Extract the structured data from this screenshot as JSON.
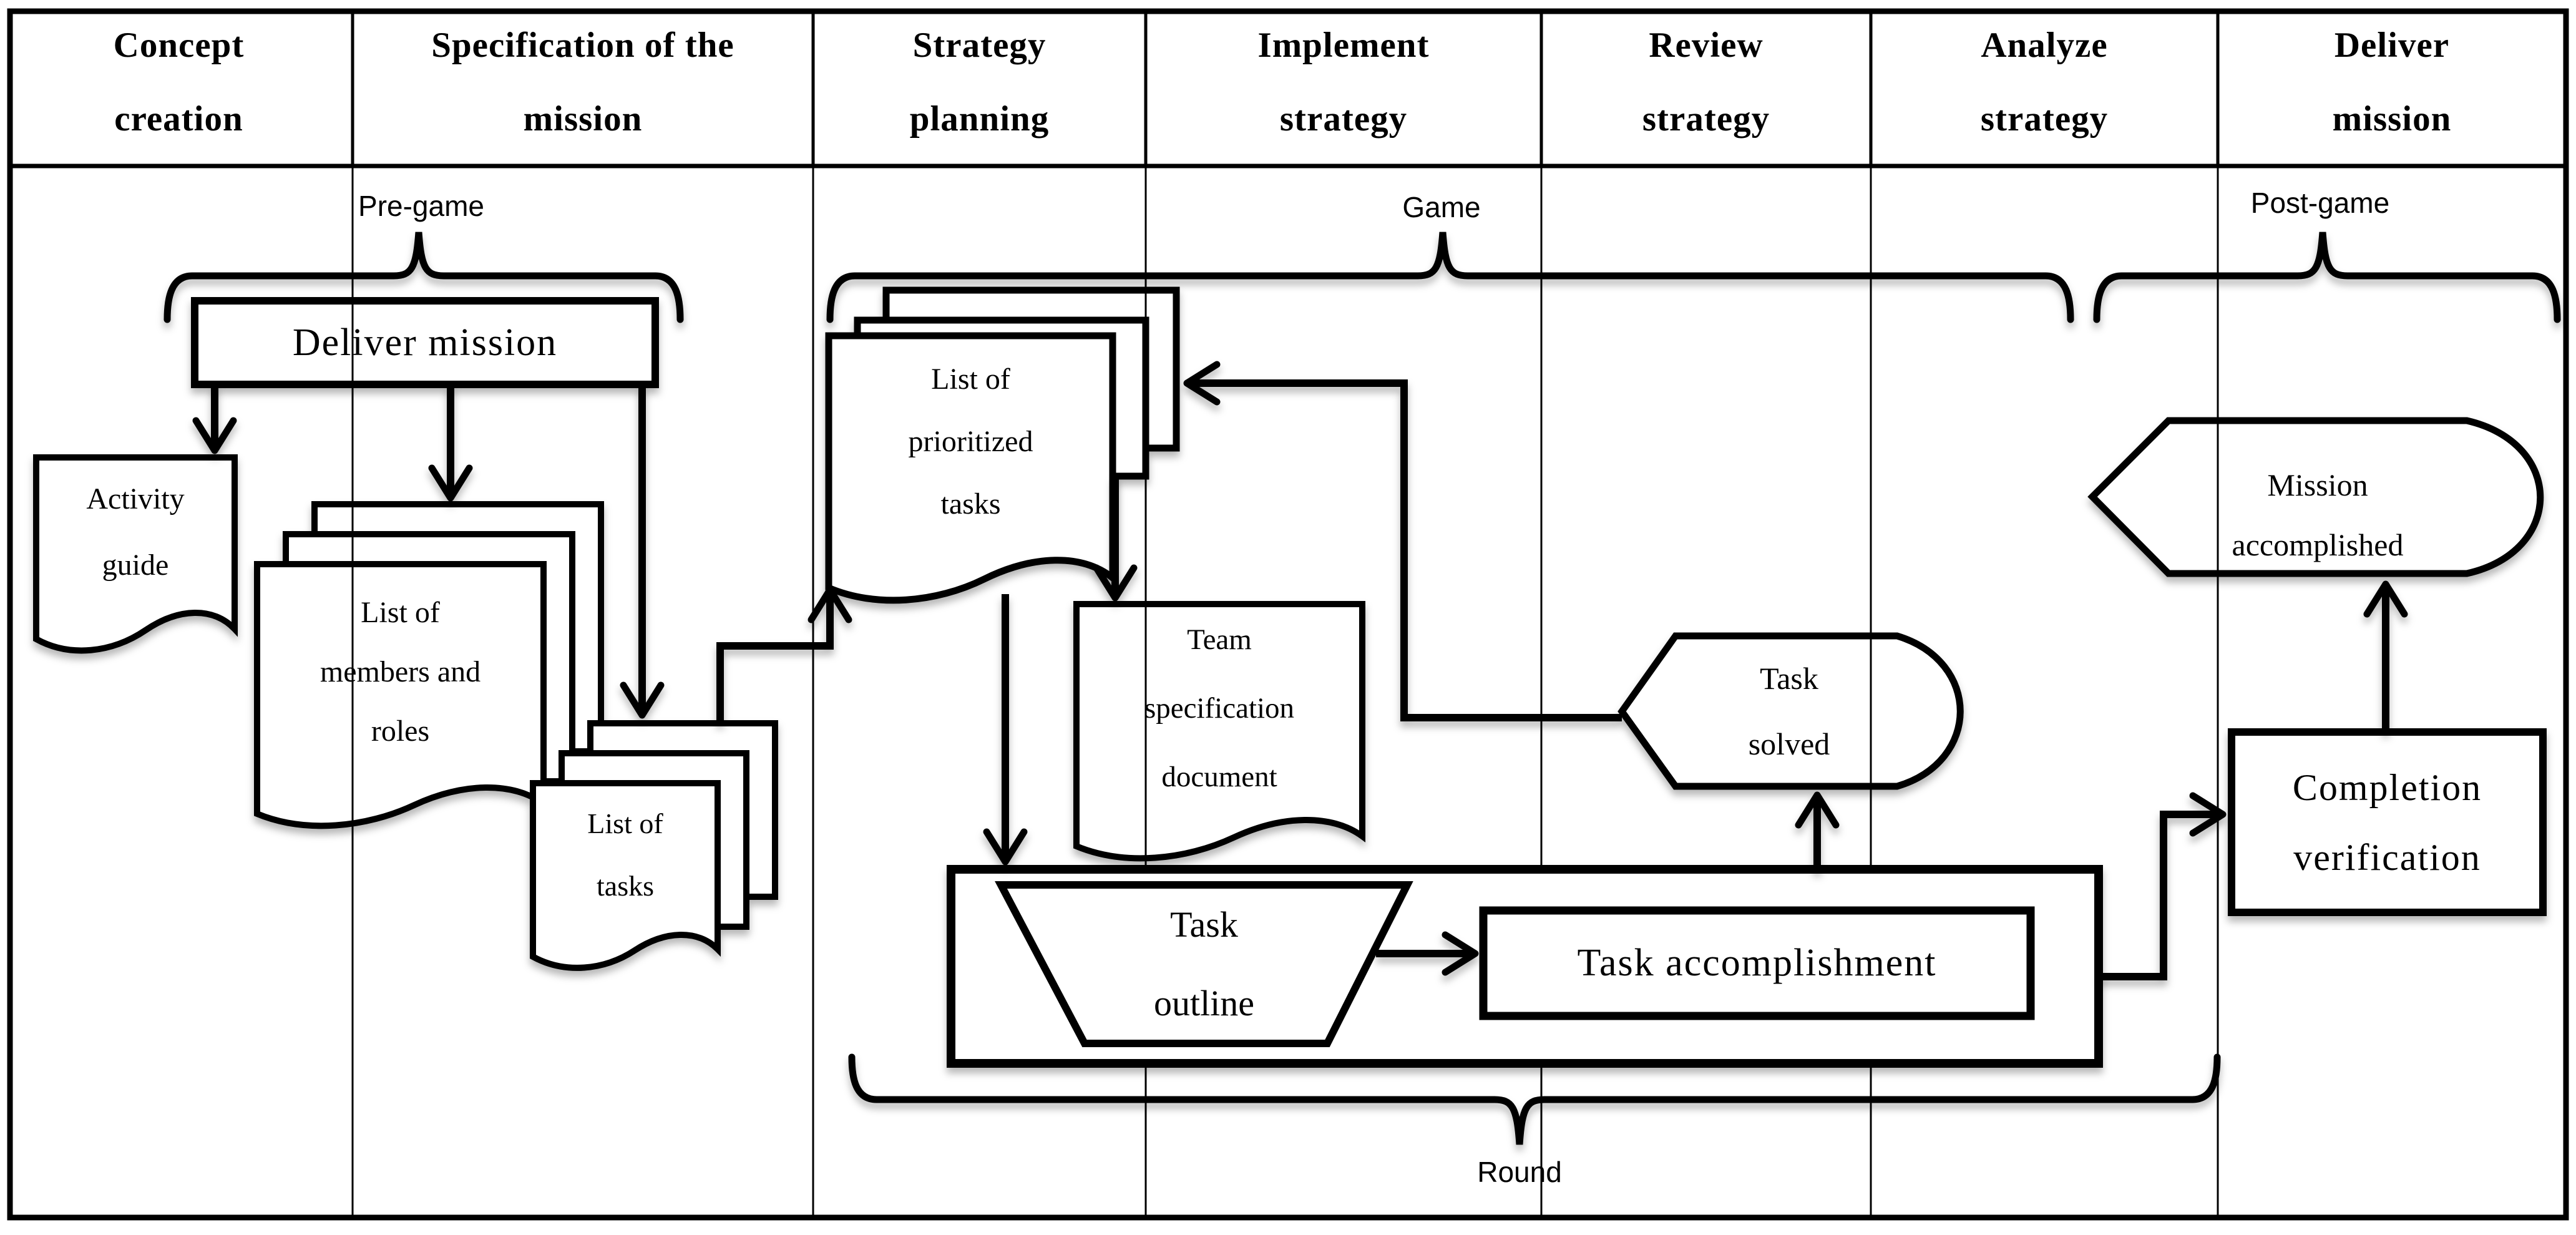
{
  "columns": [
    {
      "lines": [
        "Concept",
        "creation"
      ]
    },
    {
      "lines": [
        "Specification of the",
        "mission"
      ]
    },
    {
      "lines": [
        "Strategy",
        "planning"
      ]
    },
    {
      "lines": [
        "Implement",
        "strategy"
      ]
    },
    {
      "lines": [
        "Review",
        "strategy"
      ]
    },
    {
      "lines": [
        "Analyze",
        "strategy"
      ]
    },
    {
      "lines": [
        "Deliver",
        "mission"
      ]
    }
  ],
  "phases": {
    "pre_game": "Pre-game",
    "game": "Game",
    "post_game": "Post-game",
    "round": "Round"
  },
  "nodes": {
    "deliver_mission": {
      "label": "Deliver mission",
      "shape": "rectangle"
    },
    "activity_guide": {
      "lines": [
        "Activity",
        "guide"
      ],
      "shape": "document"
    },
    "list_members_roles": {
      "lines": [
        "List of",
        "members and",
        "roles"
      ],
      "shape": "stacked-documents"
    },
    "list_tasks": {
      "lines": [
        "List of",
        "tasks"
      ],
      "shape": "stacked-documents"
    },
    "list_prioritized_tasks": {
      "lines": [
        "List of",
        "prioritized",
        "tasks"
      ],
      "shape": "stacked-documents"
    },
    "team_specification_document": {
      "lines": [
        "Team",
        "specification",
        "document"
      ],
      "shape": "document"
    },
    "task_outline": {
      "lines": [
        "Task",
        "outline"
      ],
      "shape": "inverted-trapezoid"
    },
    "task_accomplishment": {
      "label": "Task accomplishment",
      "shape": "rectangle"
    },
    "task_solved": {
      "lines": [
        "Task",
        "solved"
      ],
      "shape": "display"
    },
    "completion_verification": {
      "lines": [
        "Completion",
        "verification"
      ],
      "shape": "rectangle"
    },
    "mission_accomplished": {
      "lines": [
        "Mission",
        "accomplished"
      ],
      "shape": "display"
    },
    "round_container": {
      "label": "",
      "shape": "rectangle"
    }
  },
  "edges": [
    {
      "from": "deliver_mission",
      "to": "activity_guide"
    },
    {
      "from": "deliver_mission",
      "to": "list_members_roles"
    },
    {
      "from": "deliver_mission",
      "to": "list_tasks"
    },
    {
      "from": "list_tasks",
      "to": "list_prioritized_tasks"
    },
    {
      "from": "list_prioritized_tasks",
      "to": "round_container"
    },
    {
      "from": "list_prioritized_tasks",
      "to": "team_specification_document"
    },
    {
      "from": "task_outline",
      "to": "task_accomplishment"
    },
    {
      "from": "round_container",
      "to": "task_solved"
    },
    {
      "from": "task_solved",
      "to": "list_prioritized_tasks"
    },
    {
      "from": "round_container",
      "to": "completion_verification"
    },
    {
      "from": "completion_verification",
      "to": "mission_accomplished"
    }
  ],
  "colors": {
    "ink": "#000000",
    "paper": "#ffffff"
  }
}
